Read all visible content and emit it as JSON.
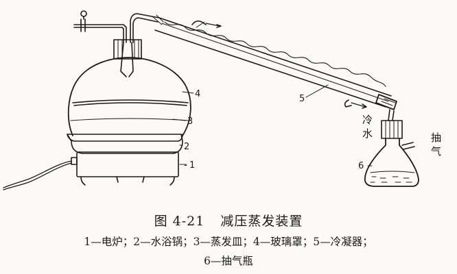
{
  "figure": {
    "number": "图 4-21",
    "title": "减压蒸发装置"
  },
  "callouts": {
    "c1": "1",
    "c2": "2",
    "c3": "3",
    "c4": "4",
    "c5": "5",
    "c6": "6"
  },
  "annotations": {
    "cooling_water": [
      "冷",
      "水"
    ],
    "vacuum": [
      "抽",
      "气"
    ]
  },
  "legend": {
    "line1": "1—电炉；2—水浴锅；3—蒸发皿；4—玻璃罩；5—冷凝器；",
    "line2": "6—抽气瓶"
  }
}
